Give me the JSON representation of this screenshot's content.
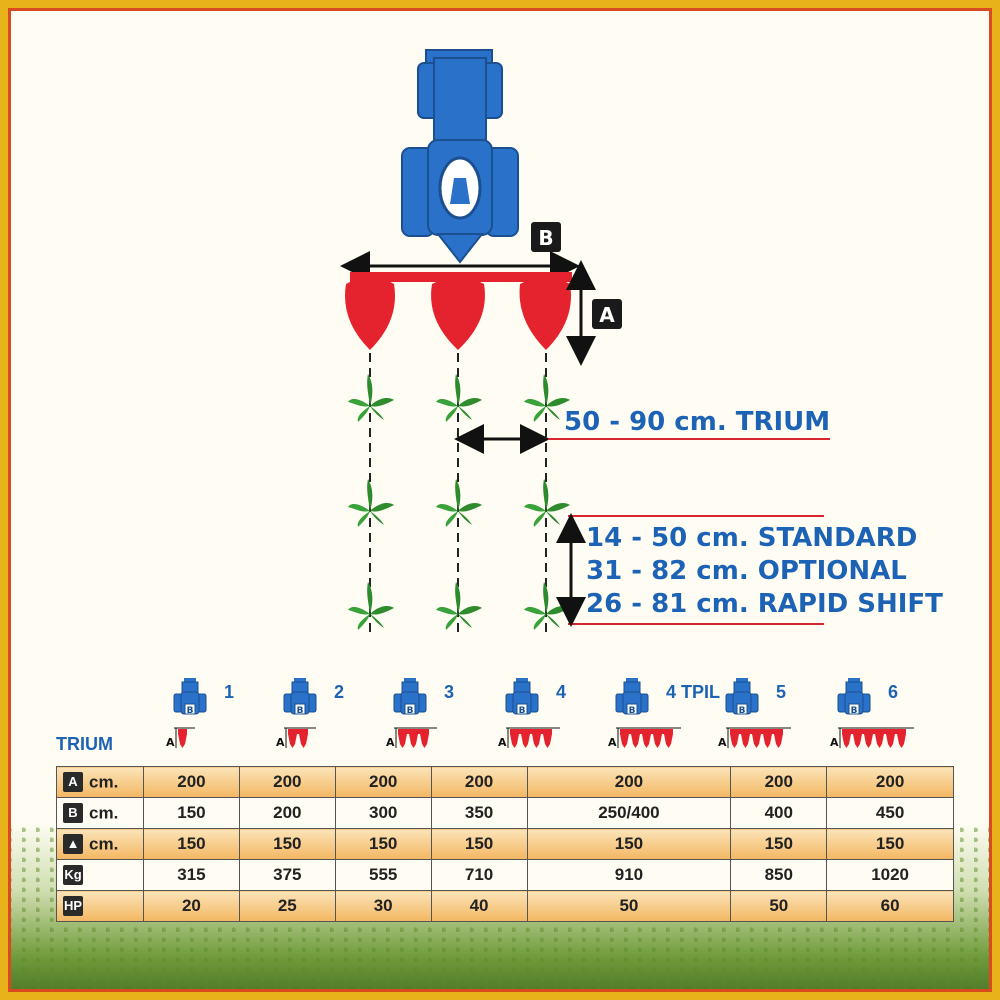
{
  "diagram": {
    "label_b": "B",
    "label_a": "A",
    "row_spacing": "50 - 90 cm. TRIUM",
    "seed_spacing": [
      "14 - 50 cm. STANDARD",
      "31 - 82 cm. OPTIONAL",
      "26 - 81 cm. RAPID SHIFT"
    ]
  },
  "table": {
    "brand": "TRIUM",
    "columns": [
      "1",
      "2",
      "3",
      "4",
      "4 TPIL",
      "5",
      "6"
    ],
    "units_per_column": [
      1,
      2,
      3,
      4,
      5,
      5,
      6
    ],
    "rows": [
      {
        "icon": "A",
        "unit": "cm.",
        "values": [
          "200",
          "200",
          "200",
          "200",
          "200",
          "200",
          "200"
        ]
      },
      {
        "icon": "B",
        "unit": "cm.",
        "values": [
          "150",
          "200",
          "300",
          "350",
          "250/400",
          "400",
          "450"
        ]
      },
      {
        "icon": "width-icon",
        "unit": "cm.",
        "values": [
          "150",
          "150",
          "150",
          "150",
          "150",
          "150",
          "150"
        ]
      },
      {
        "icon": "Kg",
        "unit": "",
        "values": [
          "315",
          "375",
          "555",
          "710",
          "910",
          "850",
          "1020"
        ]
      },
      {
        "icon": "HP",
        "unit": "",
        "values": [
          "20",
          "25",
          "30",
          "40",
          "50",
          "50",
          "60"
        ]
      }
    ]
  },
  "colors": {
    "tractor": "#2a72c9",
    "planter": "#e5232e",
    "text_blue": "#1d63b5",
    "line_red": "#d9262e",
    "plant": "#2e8b2e",
    "row_band": "#f3b762"
  }
}
